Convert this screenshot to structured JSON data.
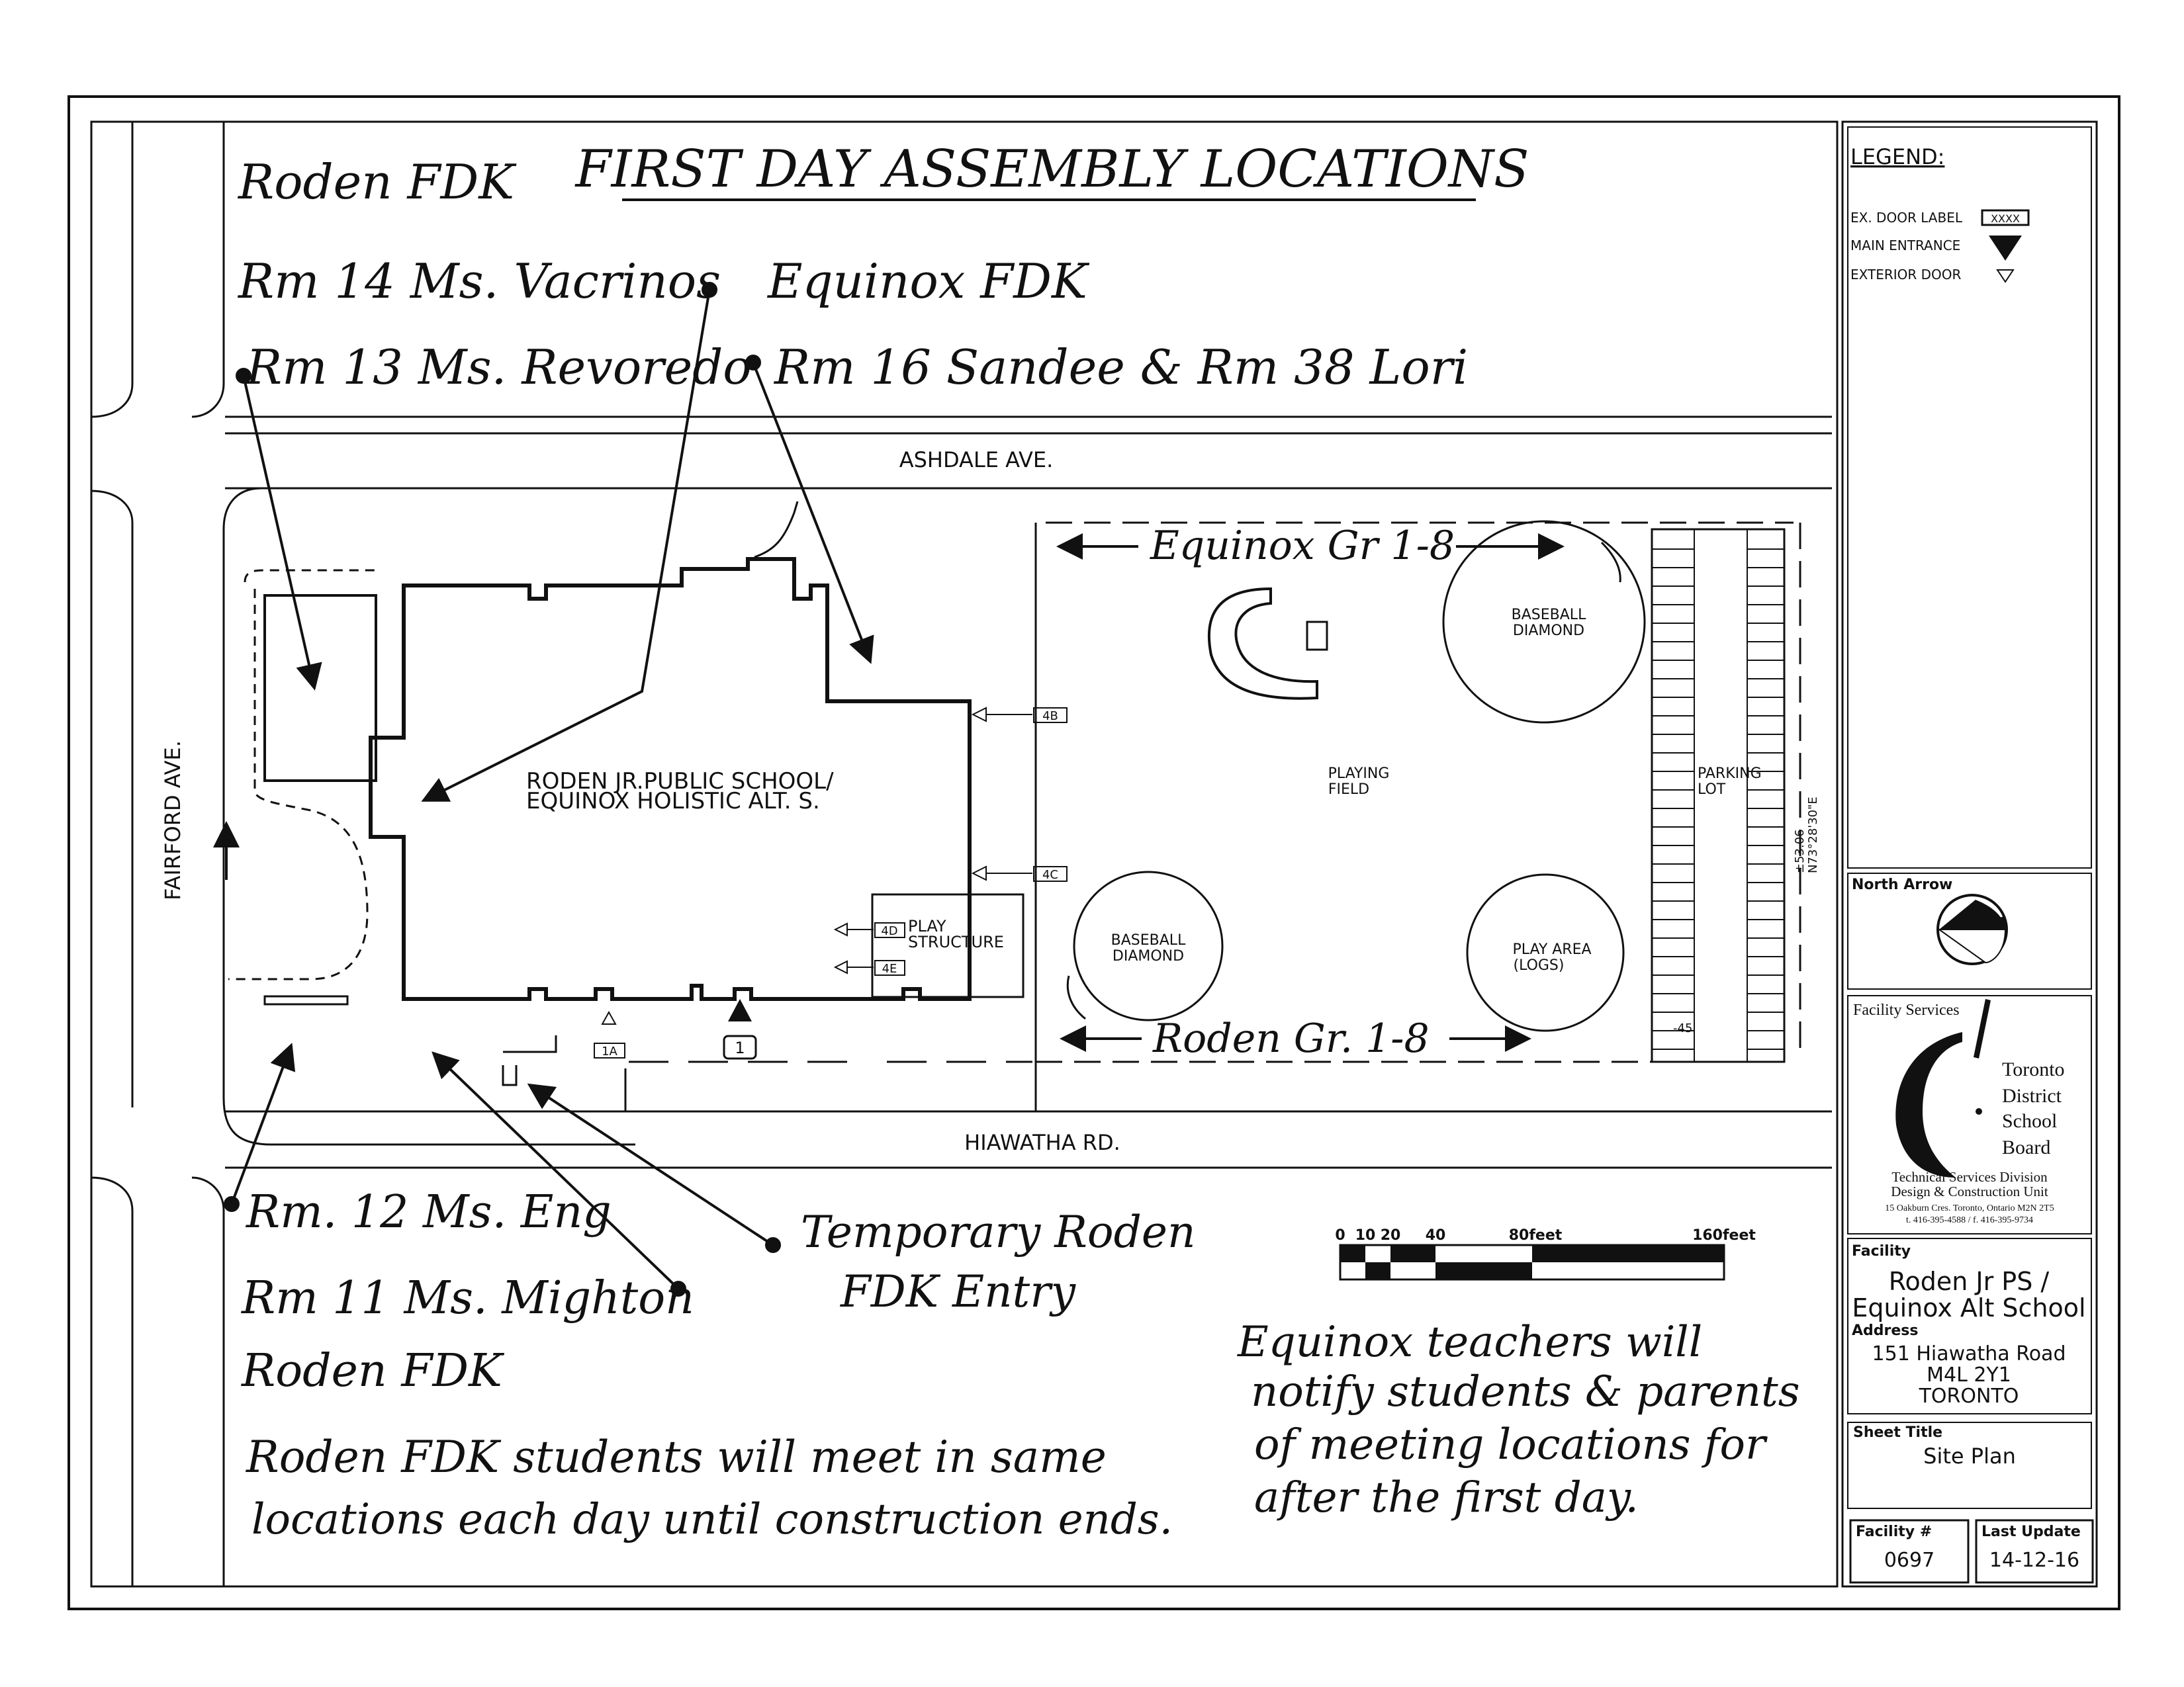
{
  "title": "FIRST DAY ASSEMBLY LOCATIONS",
  "notes_top_left": {
    "group1_title": "Roden FDK",
    "room14": "Rm 14 Ms. Vacrinos",
    "room13": "Rm 13 Ms. Revoredo"
  },
  "notes_top_right": {
    "title": "Equinox FDK",
    "rooms": "Rm 16 Sandee & Rm 38 Lori"
  },
  "notes_bottom_left": {
    "room12": "Rm. 12 Ms. Eng",
    "room11": "Rm 11 Ms. Mighton",
    "group_title": "Roden FDK",
    "note_line1": "Roden FDK students will meet in same",
    "note_line2": "locations each day until construction ends."
  },
  "temp_entry": {
    "line1": "Temporary Roden",
    "line2": "FDK Entry"
  },
  "equinox_note": [
    "Equinox teachers will",
    "notify students & parents",
    "of meeting locations for",
    "after the first day."
  ],
  "field_labels": {
    "equinox_grades": "Equinox Gr 1-8",
    "roden_grades": "Roden Gr. 1-8"
  },
  "streets": {
    "ashdale": "ASHDALE AVE.",
    "hiawatha": "HIAWATHA RD.",
    "fairford": "FAIRFORD AVE."
  },
  "building": {
    "line1": "RODEN JR.PUBLIC SCHOOL/",
    "line2": "EQUINOX HOLISTIC ALT. S."
  },
  "site_labels": {
    "baseball_diamond_1": "BASEBALL DIAMOND",
    "baseball_diamond_2": "BASEBALL DIAMOND",
    "playing_field": "PLAYING FIELD",
    "parking_lot": "PARKING LOT",
    "play_area": "PLAY AREA (LOGS)",
    "play_structure": "PLAY STRUCTURE",
    "parking_dim": "±53.06",
    "parking_bearing": "N73°28'30\"E",
    "parking_small": "-45"
  },
  "doors": {
    "d4b": "4B",
    "d4c": "4C",
    "d4d": "4D",
    "d4e": "4E",
    "d1a": "1A",
    "d1": "1"
  },
  "scale": {
    "ticks": [
      "0",
      "10",
      "20",
      "40",
      "80feet",
      "160feet"
    ]
  },
  "legend": {
    "title": "LEGEND:",
    "ex_door_label": "EX. DOOR LABEL",
    "ex_door_box": "XXXX",
    "main_entrance": "MAIN ENTRANCE",
    "exterior_door": "EXTERIOR DOOR"
  },
  "north_arrow": {
    "title": "North Arrow"
  },
  "facility_services": {
    "title": "Facility Services",
    "board_line1": "Toronto",
    "board_line2": "District",
    "board_line3": "School",
    "board_line4": "Board",
    "division": "Technical Services Division",
    "unit": "Design & Construction Unit",
    "address_line": "15 Oakburn Cres. Toronto, Ontario M2N 2T5",
    "phone_line": "t. 416-395-4588  /  f. 416-395-9734"
  },
  "facility": {
    "label": "Facility",
    "name_line1": "Roden Jr PS /",
    "name_line2": "Equinox Alt School",
    "address_label": "Address",
    "address1": "151 Hiawatha Road",
    "address2": "M4L 2Y1",
    "address3": "TORONTO"
  },
  "sheet": {
    "label": "Sheet Title",
    "value": "Site Plan"
  },
  "facility_number": {
    "label": "Facility #",
    "value": "0697"
  },
  "last_update": {
    "label": "Last Update",
    "value": "14-12-16"
  }
}
